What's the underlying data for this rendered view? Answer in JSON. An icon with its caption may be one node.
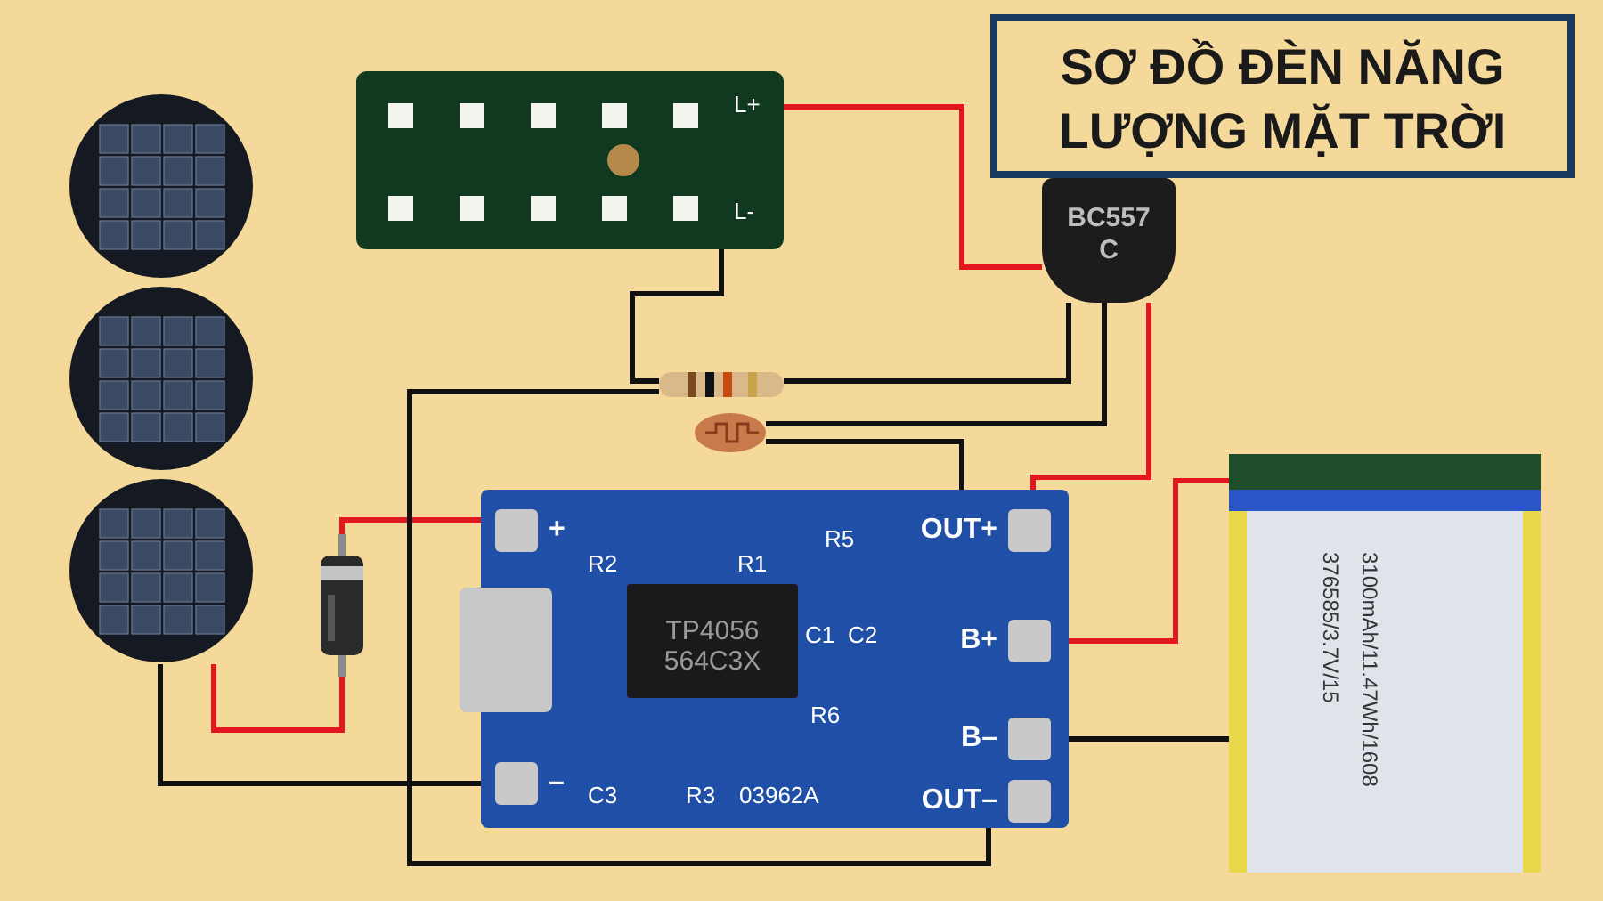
{
  "diagram": {
    "title": "SƠ ĐỒ ĐÈN NĂNG LƯỢNG MẶT TRỜI",
    "nodes": [
      {
        "text": [],
        "shape": "picture"
      },
      {
        "text": [],
        "shape": "picture"
      },
      {
        "text": [],
        "shape": "picture"
      },
      {
        "text": [],
        "shape": "picture"
      },
      {
        "text": [
          "BC557 C"
        ]
      },
      {
        "text": [],
        "shape": "picture"
      },
      {
        "text": [],
        "shape": "picture"
      },
      {
        "text": [],
        "shape": "picture"
      },
      {
        "text": [],
        "shape": "picture"
      },
      {
        "text": [
          "+"
        ],
        "in": 8
      },
      {
        "text": [
          "–"
        ],
        "in": 8
      },
      {
        "text": [
          "OUT+"
        ],
        "in": 8
      },
      {
        "text": [
          "B+"
        ],
        "in": 8
      },
      {
        "text": [
          "B–"
        ],
        "in": 8
      },
      {
        "text": [
          "OUT–"
        ],
        "in": 8
      },
      {
        "text": [],
        "shape": "picture"
      }
    ],
    "edges": [
      {
        "from": 3,
        "to": 4,
        "arrow": "none",
        "color": "#e3171f"
      },
      {
        "from": 3,
        "to": 5,
        "arrow": "none"
      },
      {
        "from": 5,
        "to": 4,
        "arrow": "none"
      },
      {
        "from": 6,
        "to": 4,
        "arrow": "none"
      },
      {
        "from": 6,
        "to": 11,
        "arrow": "none"
      },
      {
        "from": 4,
        "to": 11,
        "arrow": "none",
        "color": "#e3171f"
      },
      {
        "from": 2,
        "to": 7,
        "arrow": "none",
        "color": "#e3171f"
      },
      {
        "from": 7,
        "to": 9,
        "arrow": "none",
        "color": "#e3171f"
      },
      {
        "from": 2,
        "to": 10,
        "arrow": "none"
      },
      {
        "from": 5,
        "to": 14,
        "arrow": "none"
      },
      {
        "from": 12,
        "to": 15,
        "arrow": "none",
        "color": "#e3171f"
      },
      {
        "from": 13,
        "to": 15,
        "arrow": "none"
      }
    ],
    "labels": [
      "L+",
      "L-",
      "R2",
      "R1",
      "R5",
      "TP4056 564C3X",
      "C1",
      "C2",
      "R6",
      "C3",
      "R3",
      "03962A",
      "376585/3.7V/15",
      "3100mAh/11.47Wh/1608"
    ]
  }
}
